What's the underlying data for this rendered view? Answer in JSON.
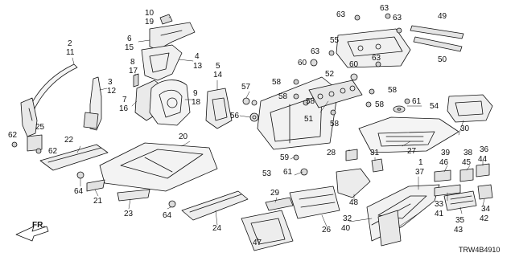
{
  "diagram_code": "TRW4B4910",
  "direction_label": "FR.",
  "callouts": [
    {
      "id": "c10",
      "text": "10"
    },
    {
      "id": "c19",
      "text": "19"
    },
    {
      "id": "c2",
      "text": "2"
    },
    {
      "id": "c11",
      "text": "11"
    },
    {
      "id": "c6",
      "text": "6"
    },
    {
      "id": "c15",
      "text": "15"
    },
    {
      "id": "c4",
      "text": "4"
    },
    {
      "id": "c13",
      "text": "13"
    },
    {
      "id": "c8",
      "text": "8"
    },
    {
      "id": "c17",
      "text": "17"
    },
    {
      "id": "c3",
      "text": "3"
    },
    {
      "id": "c12",
      "text": "12"
    },
    {
      "id": "c7",
      "text": "7"
    },
    {
      "id": "c16",
      "text": "16"
    },
    {
      "id": "c9",
      "text": "9"
    },
    {
      "id": "c18",
      "text": "18"
    },
    {
      "id": "c5",
      "text": "5"
    },
    {
      "id": "c14",
      "text": "14"
    },
    {
      "id": "c57",
      "text": "57"
    },
    {
      "id": "c56",
      "text": "56"
    },
    {
      "id": "c63a",
      "text": "63"
    },
    {
      "id": "c63b",
      "text": "63"
    },
    {
      "id": "c63c",
      "text": "63"
    },
    {
      "id": "c63d",
      "text": "63"
    },
    {
      "id": "c63e",
      "text": "63"
    },
    {
      "id": "c55",
      "text": "55"
    },
    {
      "id": "c49",
      "text": "49"
    },
    {
      "id": "c50",
      "text": "50"
    },
    {
      "id": "c60a",
      "text": "60"
    },
    {
      "id": "c60b",
      "text": "60"
    },
    {
      "id": "c52",
      "text": "52"
    },
    {
      "id": "c58a",
      "text": "58"
    },
    {
      "id": "c58b",
      "text": "58"
    },
    {
      "id": "c58c",
      "text": "58"
    },
    {
      "id": "c58d",
      "text": "58"
    },
    {
      "id": "c58e",
      "text": "58"
    },
    {
      "id": "c58f",
      "text": "58"
    },
    {
      "id": "c61a",
      "text": "61"
    },
    {
      "id": "c54",
      "text": "54"
    },
    {
      "id": "c30",
      "text": "30"
    },
    {
      "id": "c51",
      "text": "51"
    },
    {
      "id": "c59",
      "text": "59"
    },
    {
      "id": "c27",
      "text": "27"
    },
    {
      "id": "c28",
      "text": "28"
    },
    {
      "id": "c31",
      "text": "31"
    },
    {
      "id": "c53",
      "text": "53"
    },
    {
      "id": "c61b",
      "text": "61"
    },
    {
      "id": "c62a",
      "text": "62"
    },
    {
      "id": "c25",
      "text": "25"
    },
    {
      "id": "c62b",
      "text": "62"
    },
    {
      "id": "c22",
      "text": "22"
    },
    {
      "id": "c20",
      "text": "20"
    },
    {
      "id": "c64a",
      "text": "64"
    },
    {
      "id": "c21",
      "text": "21"
    },
    {
      "id": "c23",
      "text": "23"
    },
    {
      "id": "c64b",
      "text": "64"
    },
    {
      "id": "c24",
      "text": "24"
    },
    {
      "id": "c29",
      "text": "29"
    },
    {
      "id": "c26",
      "text": "26"
    },
    {
      "id": "c47",
      "text": "47"
    },
    {
      "id": "c48",
      "text": "48"
    },
    {
      "id": "c1",
      "text": "1"
    },
    {
      "id": "c37",
      "text": "37"
    },
    {
      "id": "c39",
      "text": "39"
    },
    {
      "id": "c46",
      "text": "46"
    },
    {
      "id": "c38",
      "text": "38"
    },
    {
      "id": "c45",
      "text": "45"
    },
    {
      "id": "c36",
      "text": "36"
    },
    {
      "id": "c44",
      "text": "44"
    },
    {
      "id": "c33",
      "text": "33"
    },
    {
      "id": "c41",
      "text": "41"
    },
    {
      "id": "c35",
      "text": "35"
    },
    {
      "id": "c43",
      "text": "43"
    },
    {
      "id": "c34",
      "text": "34"
    },
    {
      "id": "c42",
      "text": "42"
    },
    {
      "id": "c32",
      "text": "32"
    },
    {
      "id": "c40",
      "text": "40"
    }
  ]
}
